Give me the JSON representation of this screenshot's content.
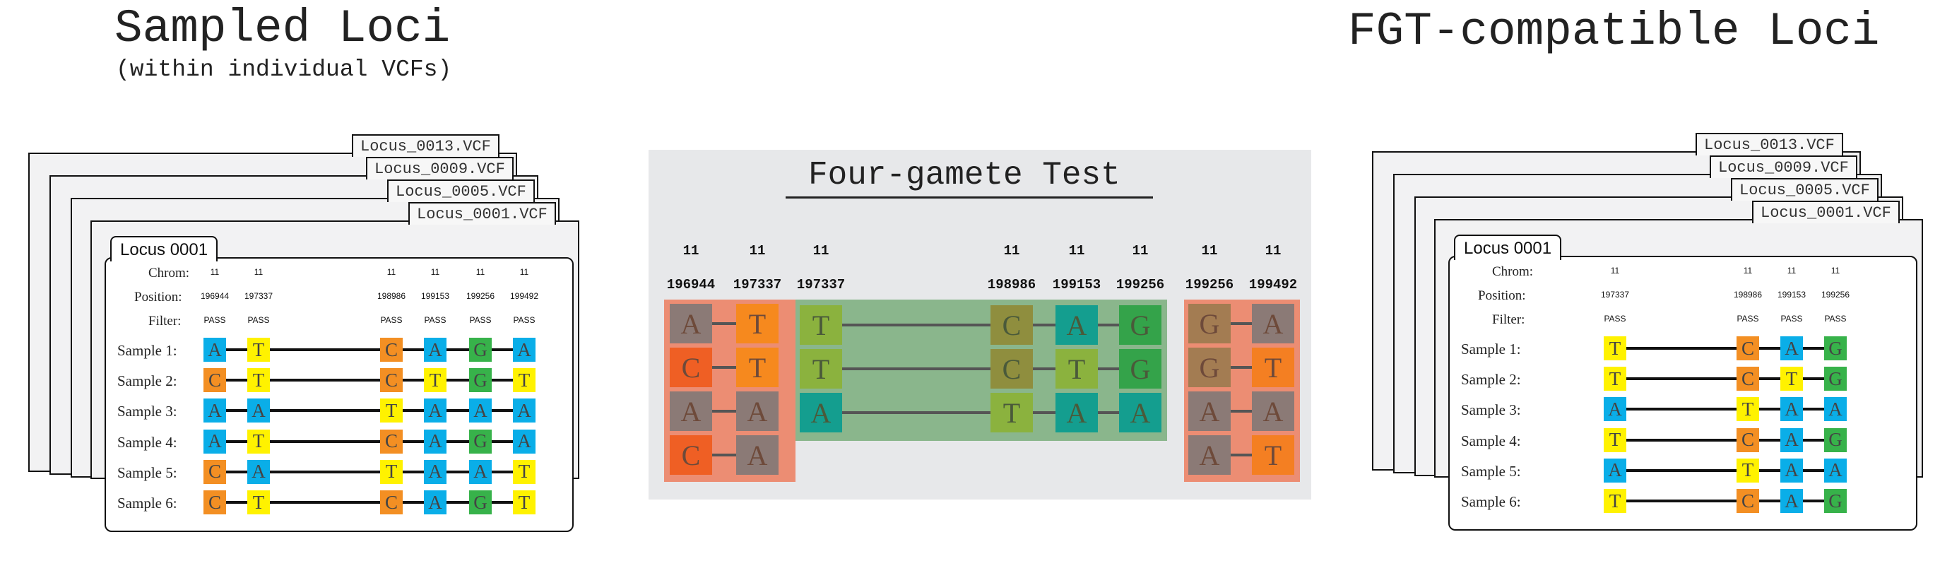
{
  "headings": {
    "left_title": "Sampled Loci",
    "left_subtitle": "(within individual VCFs)",
    "right_title": "FGT-compatible Loci"
  },
  "vcf_files": [
    "Locus_0013.VCF",
    "Locus_0009.VCF",
    "Locus_0005.VCF",
    "Locus_0001.VCF"
  ],
  "card_title": "Locus 0001",
  "row_labels": {
    "chrom": "Chrom:",
    "position": "Position:",
    "filter": "Filter:"
  },
  "samples": [
    "Sample 1:",
    "Sample 2:",
    "Sample 3:",
    "Sample 4:",
    "Sample 5:",
    "Sample 6:"
  ],
  "base_colors": {
    "A": "#0aaee8",
    "C": "#f38f23",
    "G": "#37b24a",
    "T": "#fff200"
  },
  "left_loci": {
    "chrom": [
      "11",
      "11",
      "11",
      "11",
      "11",
      "11"
    ],
    "positions": [
      "196944",
      "197337",
      "198986",
      "199153",
      "199256",
      "199492"
    ],
    "filters": [
      "PASS",
      "PASS",
      "PASS",
      "PASS",
      "PASS",
      "PASS"
    ],
    "genotypes": [
      [
        "A",
        "T",
        "C",
        "A",
        "G",
        "A"
      ],
      [
        "C",
        "T",
        "C",
        "T",
        "G",
        "T"
      ],
      [
        "A",
        "A",
        "T",
        "A",
        "A",
        "A"
      ],
      [
        "A",
        "T",
        "C",
        "A",
        "G",
        "A"
      ],
      [
        "C",
        "A",
        "T",
        "A",
        "A",
        "T"
      ],
      [
        "C",
        "T",
        "C",
        "A",
        "G",
        "T"
      ]
    ]
  },
  "right_loci": {
    "chrom": [
      "11",
      "11",
      "11",
      "11"
    ],
    "positions": [
      "197337",
      "198986",
      "199153",
      "199256"
    ],
    "filters": [
      "PASS",
      "PASS",
      "PASS",
      "PASS"
    ],
    "genotypes": [
      [
        "T",
        "C",
        "A",
        "G"
      ],
      [
        "T",
        "C",
        "T",
        "G"
      ],
      [
        "A",
        "T",
        "A",
        "A"
      ],
      [
        "T",
        "C",
        "A",
        "G"
      ],
      [
        "A",
        "T",
        "A",
        "A"
      ],
      [
        "T",
        "C",
        "A",
        "G"
      ]
    ]
  },
  "fgt_panel": {
    "title": "Four-gamete Test",
    "columns": [
      {
        "chrom": "11",
        "position": "196944"
      },
      {
        "chrom": "11",
        "position": "197337"
      },
      {
        "chrom": "11",
        "position": "197337"
      },
      {
        "chrom": "11",
        "position": "198986"
      },
      {
        "chrom": "11",
        "position": "199153"
      },
      {
        "chrom": "11",
        "position": "199256"
      },
      {
        "chrom": "11",
        "position": "199256"
      },
      {
        "chrom": "11",
        "position": "199492"
      }
    ],
    "fail_left_pairs": [
      [
        "A",
        "T"
      ],
      [
        "C",
        "T"
      ],
      [
        "A",
        "A"
      ],
      [
        "C",
        "A"
      ]
    ],
    "pass_rows": [
      [
        "T",
        "C",
        "A",
        "G"
      ],
      [
        "T",
        "C",
        "T",
        "G"
      ],
      [
        "A",
        "T",
        "A",
        "A"
      ]
    ],
    "fail_right_pairs": [
      [
        "G",
        "A"
      ],
      [
        "G",
        "T"
      ],
      [
        "A",
        "A"
      ],
      [
        "A",
        "T"
      ]
    ],
    "colors": {
      "fail_bg": "#ec8d73",
      "pass_bg": "#8ab68c",
      "A": "#8b7a76",
      "C": "#ef5f24",
      "T": "#f6891e",
      "pass_T": "#8bb23e",
      "pass_C": "#8f8e3e",
      "pass_A": "#149e8f",
      "pass_G": "#34a34a",
      "right_G": "#a37c52",
      "right_T": "#f47f22"
    }
  }
}
